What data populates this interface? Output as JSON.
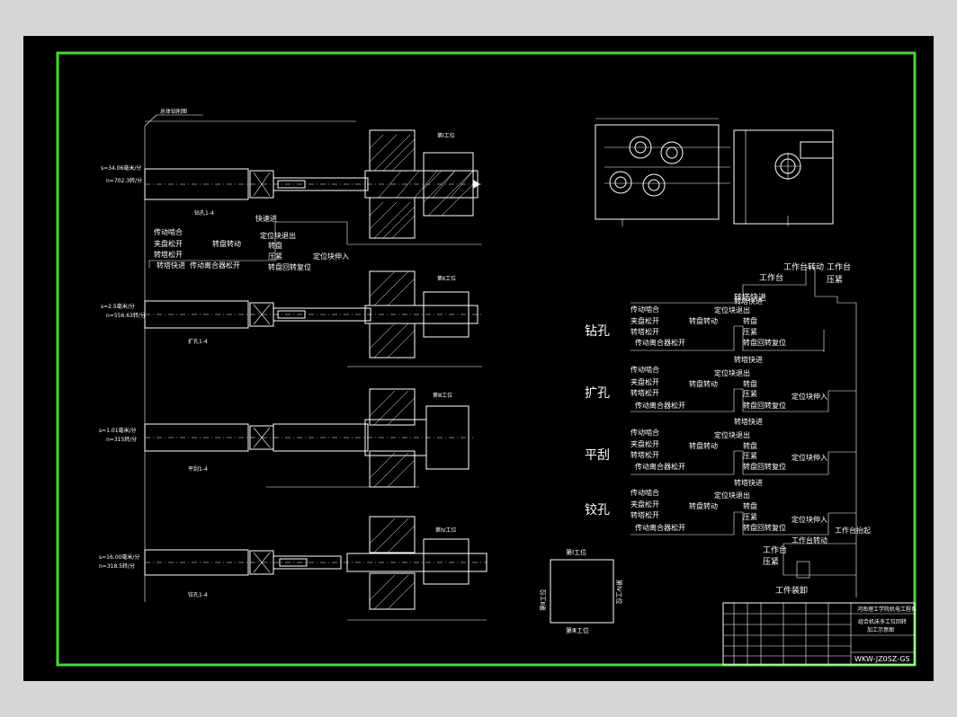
{
  "colors": {
    "frame": "#4cd43a",
    "ink": "#ffffff",
    "background": "#000000",
    "margin": "#d4d6d8"
  },
  "leader_note": "总体钻削图",
  "stations": [
    {
      "name": "钻孔1-4",
      "station": "第Ⅰ工位",
      "feed": "s=34.06毫米/分",
      "speed": "n=702.3转/分",
      "steps": [
        "传动啮合",
        "快速进",
        "定位块退出",
        "夹盘松开",
        "转盘转动",
        "转盘",
        "转塔松开",
        "定位块伸入",
        "压紧",
        "转塔快进",
        "传动离合器松开",
        "转盘回转复位"
      ]
    },
    {
      "name": "扩孔1-4",
      "station": "第Ⅱ工位",
      "feed": "s=2.5毫米/分",
      "speed": "n=556.63转/分"
    },
    {
      "name": "平刮1-4",
      "station": "第Ⅲ工位",
      "feed": "s=1.01毫米/分",
      "speed": "n=315转/分"
    },
    {
      "name": "铰孔1-4",
      "station": "第Ⅳ工位",
      "feed": "s=16.00毫米/分",
      "speed": "n=318.5转/分"
    }
  ],
  "cycle": {
    "top_labels": [
      "工作台",
      "工作台转动",
      "工作台",
      "压紧",
      "转塔快进"
    ],
    "ops": [
      {
        "label": "钻孔",
        "lines": [
          "传动啮合",
          "定位块退出",
          "夹盘松开",
          "转盘转动",
          "转盘",
          "转塔松开",
          "压紧",
          "转塔快进",
          "传动离合器松开",
          "转盘回转复位"
        ]
      },
      {
        "label": "扩孔",
        "lines": [
          "传动啮合",
          "定位块退出",
          "夹盘松开",
          "转盘转动",
          "转盘",
          "转塔松开",
          "压紧",
          "定位块伸入",
          "转塔快进",
          "传动离合器松开",
          "转盘回转复位"
        ]
      },
      {
        "label": "平刮",
        "lines": [
          "传动啮合",
          "定位块退出",
          "夹盘松开",
          "转盘转动",
          "转盘",
          "转塔松开",
          "压紧",
          "定位块伸入",
          "转塔快进",
          "传动离合器松开",
          "转盘回转复位"
        ]
      },
      {
        "label": "铰孔",
        "lines": [
          "传动啮合",
          "定位块退出",
          "夹盘松开",
          "转盘转动",
          "转盘",
          "转塔松开",
          "压紧",
          "定位块伸入",
          "转塔快进",
          "传动离合器松开",
          "转盘回转复位",
          "工作台抬起",
          "工作台转动"
        ]
      }
    ],
    "bottom": [
      "工作台",
      "压紧",
      "工件装卸"
    ]
  },
  "layout_box": {
    "top": "第Ⅰ工位",
    "left": "第Ⅱ工位",
    "right": "第Ⅳ工位",
    "bottom": "第Ⅲ工位"
  },
  "title_block": {
    "school": "河南理工学院机电工程系",
    "title_1": "组合机床多工位回转",
    "title_2": "加工示意图",
    "drawing_no": "WKW-JZ0SZ-GS"
  }
}
